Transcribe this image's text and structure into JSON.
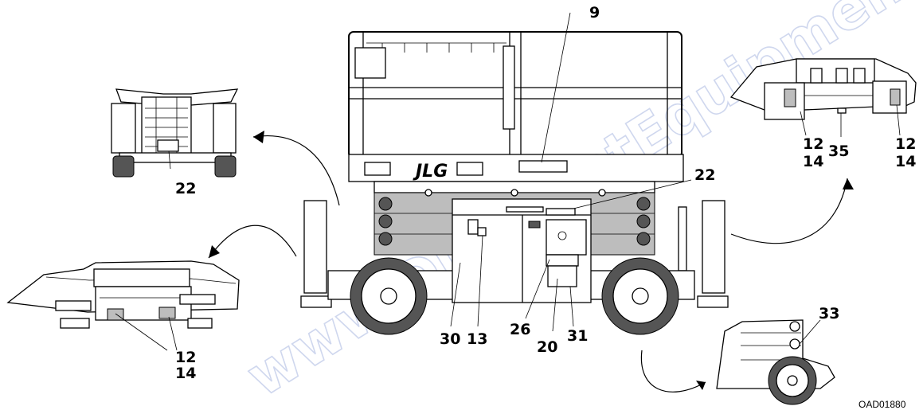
{
  "callouts": {
    "c9": "9",
    "c22_front": "22",
    "c22_main": "22",
    "c12_left": "12",
    "c14_left": "14",
    "c12_rl": "12",
    "c14_rl": "14",
    "c35": "35",
    "c12_rr": "12",
    "c14_rr": "14",
    "c33": "33",
    "c30": "30",
    "c13": "13",
    "c26": "26",
    "c20": "20",
    "c31": "31"
  },
  "brand": "JLG",
  "figure_code": "OAD01880",
  "watermark": "www.DiscountEquipment.com"
}
